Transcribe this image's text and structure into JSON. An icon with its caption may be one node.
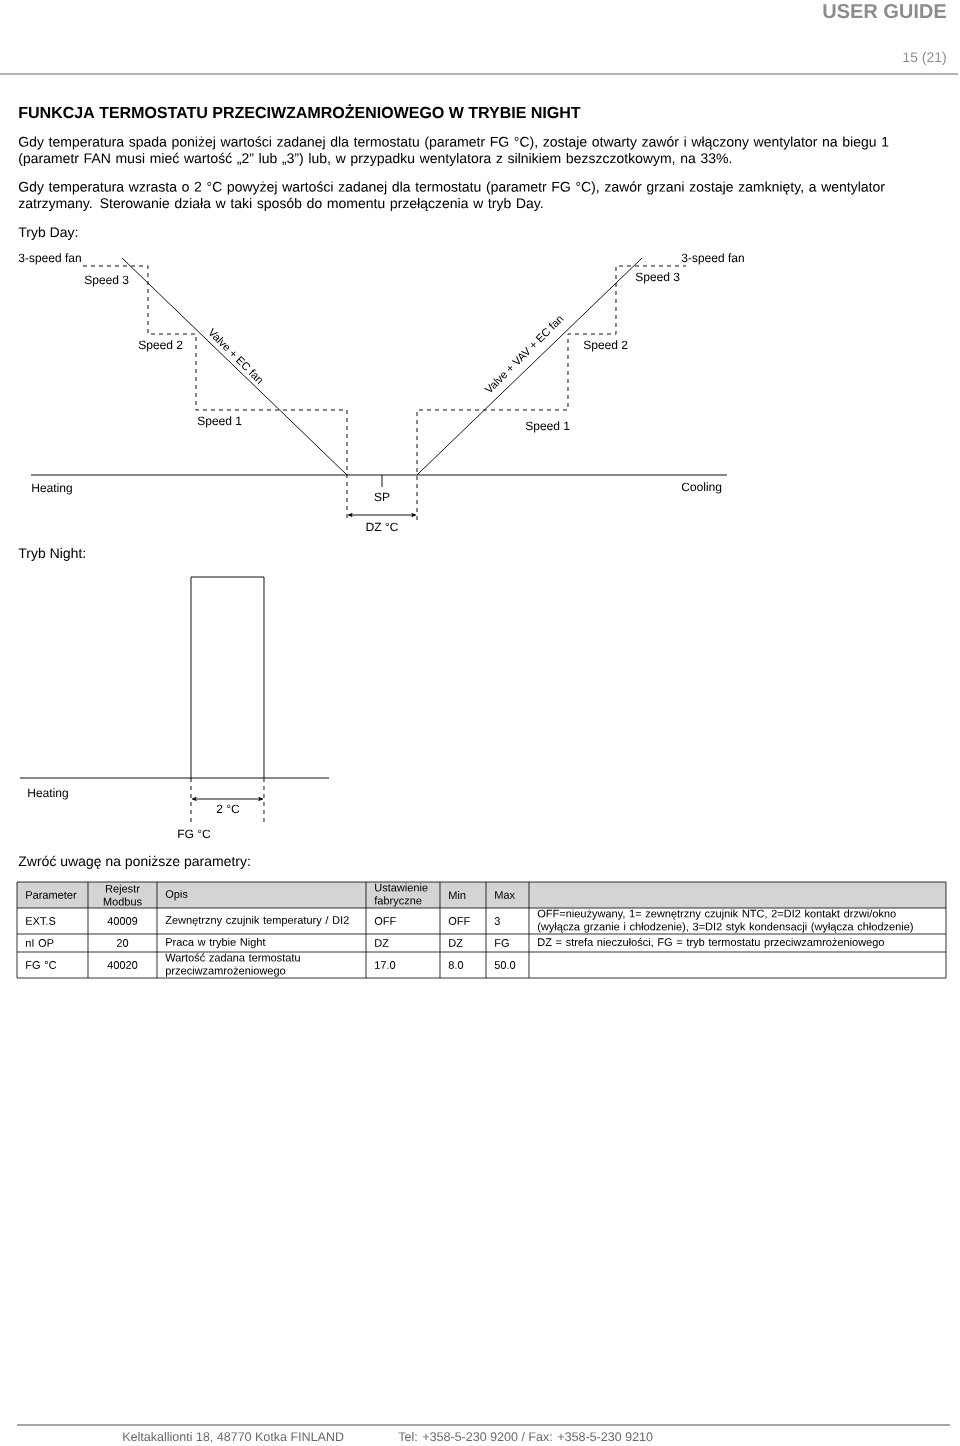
{
  "diagram": {
    "title": "FUNKCJA TERMOSTATU PRZECIWZAMROŻENIOWEGO W TRYBIE NIGHT",
    "labels": [
      "USER GUIDE",
      "15 (21)",
      "Gdy temperatura spada poniżej wartości zadanej dla termostatu (parametr FG °C), zostaje otwarty zawór i włączony wentylator na biegu 1 (parametr FAN musi mieć wartość „2” lub „3”) lub, w przypadku wentylatora z silnikiem bezszczotkowym, na 33%.",
      "Gdy temperatura wzrasta o 2 °C powyżej wartości zadanej dla termostatu (parametr FG °C), zawór grzani zostaje zamknięty, a wentylator zatrzymany. Sterowanie działa w taki sposób do momentu przełączenia w tryb Day.",
      "Tryb Day:",
      "3-speed fan",
      "Speed 3",
      "Speed 2",
      "Valve + EC fan",
      "Speed 1",
      "3-speed fan",
      "Speed 3",
      "Valve + VAV + EC fan",
      "Speed 2",
      "Speed 1",
      "Heating",
      "SP",
      "Cooling",
      "DZ °C",
      "Tryb Night:",
      "Heating",
      "2 °C",
      "FG °C",
      "Zwróć uwagę na poniższe parametry:",
      "Parameter",
      "Rejestr Modbus",
      "Opis",
      "Ustawienie fabryczne",
      "Min",
      "Max",
      "EXT.S",
      "40009",
      "Zewnętrzny czujnik temperatury / DI2",
      "OFF",
      "OFF",
      "3",
      "OFF=nieużywany, 1= zewnętrzny czujnik NTC, 2=DI2 kontakt drzwi/okno (wyłącza grzanie i chłodzenie), 3=DI2 styk kondensacji (wyłącza chłodzenie)",
      "nI OP",
      "20",
      "Praca w trybie Night",
      "DZ",
      "DZ",
      "FG",
      "DZ = strefa nieczułości, FG = tryb termostatu przeciwzamrożeniowego",
      "FG °C",
      "40020",
      "Wartość zadana termostatu przeciwzamrożeniowego",
      "17.0",
      "8.0",
      "50.0",
      "Keltakallionti 18, 48770 Kotka FINLAND",
      "Tel: +358-5-230 9200 / Fax: +358-5-230 9210"
    ]
  }
}
